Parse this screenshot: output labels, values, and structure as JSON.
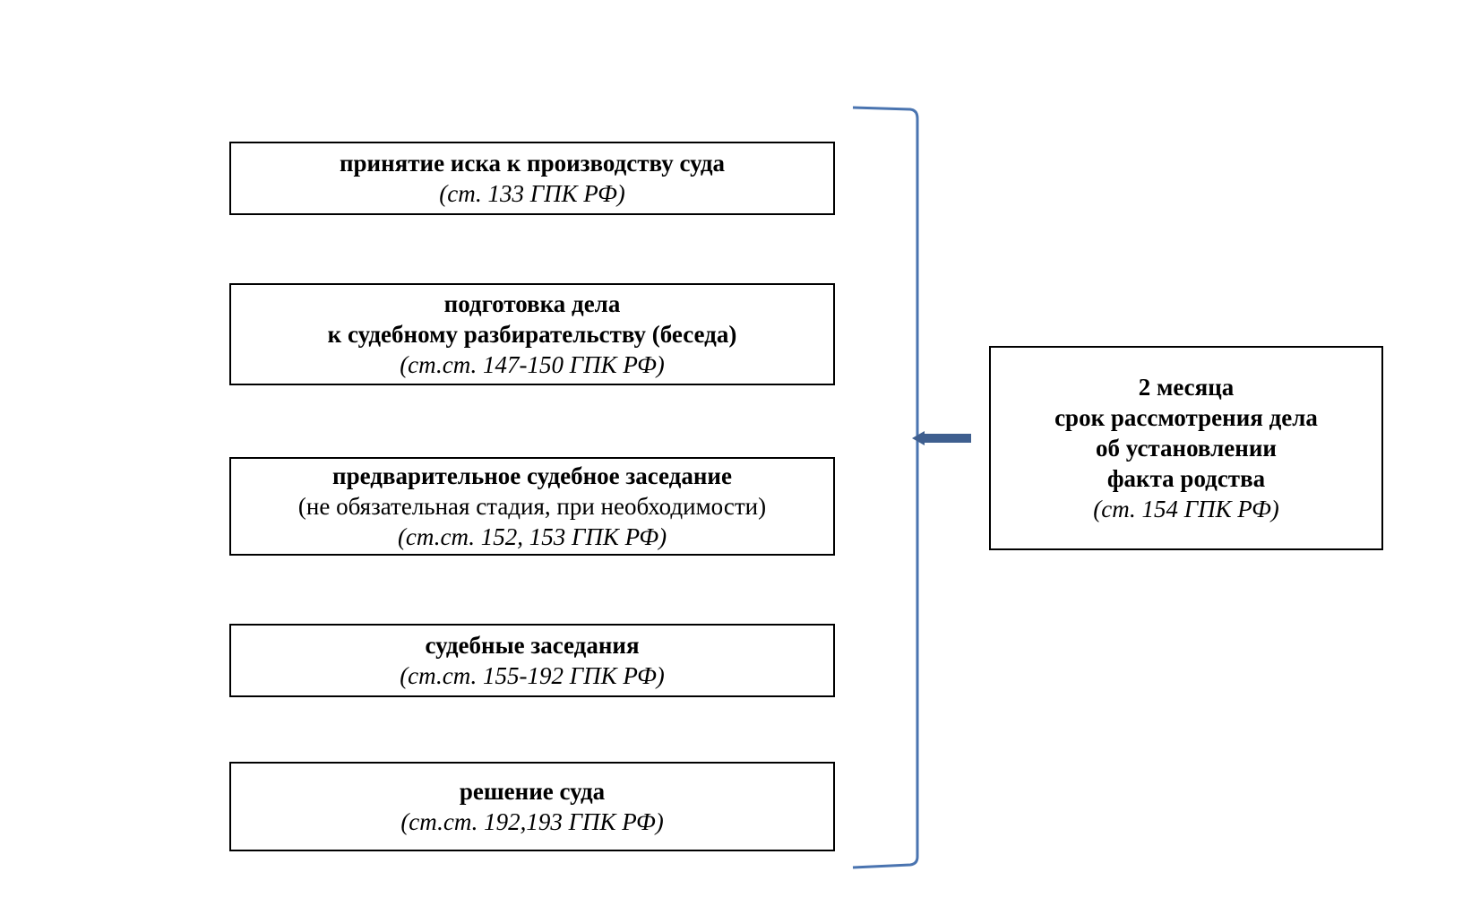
{
  "stages": [
    {
      "title": "принятие иска к производству суда",
      "ref": "(ст. 133 ГПК РФ)"
    },
    {
      "title_line1": "подготовка дела",
      "title_line2": "к судебному разбирательству (беседа)",
      "ref": "(ст.ст. 147-150 ГПК РФ)"
    },
    {
      "title": "предварительное судебное заседание",
      "note": "(не обязательная стадия, при необходимости)",
      "ref": "(ст.ст. 152, 153 ГПК РФ)"
    },
    {
      "title": "судебные заседания",
      "ref": "(ст.ст. 155-192 ГПК РФ)"
    },
    {
      "title": "решение суда",
      "ref": "(ст.ст. 192,193 ГПК РФ)"
    }
  ],
  "summary": {
    "headline": "2 месяца",
    "line1": "срок рассмотрения дела",
    "line2": "об установлении",
    "line3": "факта родства",
    "ref": "(ст. 154 ГПК РФ)"
  },
  "colors": {
    "bracket": "#4a74b0",
    "arrow": "#3f5f8f",
    "box_border": "#000000"
  }
}
